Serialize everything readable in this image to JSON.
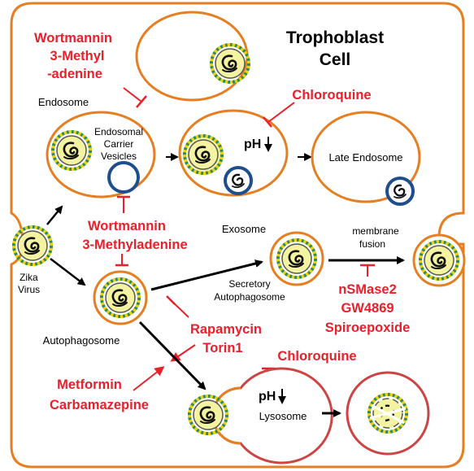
{
  "cell_title_line1": "Trophoblast",
  "cell_title_line2": "Cell",
  "labels": {
    "endosome": "Endosome",
    "ecv_line1": "Endosomal",
    "ecv_line2": "Carrier",
    "ecv_line3": "Vesicles",
    "late_endosome": "Late Endosome",
    "zika_line1": "Zika",
    "zika_line2": "Virus",
    "exosome": "Exosome",
    "membrane_fusion_line1": "membrane",
    "membrane_fusion_line2": "fusion",
    "secretory_line1": "Secretory",
    "secretory_line2": "Autophagosome",
    "autophagosome": "Autophagosome",
    "lysosome": "Lysosome",
    "ph_top": "pH",
    "ph_bottom": "pH"
  },
  "drugs": {
    "wortmannin_top_line1": "Wortmannin",
    "wortmannin_top_line2": "3-Methyl",
    "wortmannin_top_line3": "-adenine",
    "chloroquine_top": "Chloroquine",
    "wortmannin_mid_line1": "Wortmannin",
    "wortmannin_mid_line2": "3-Methyladenine",
    "nsmase_line1": "nSMase2",
    "nsmase_line2": "GW4869",
    "nsmase_line3": "Spiroepoxide",
    "rapamycin_line1": "Rapamycin",
    "rapamycin_line2": "Torin1",
    "metformin_line1": "Metformin",
    "metformin_line2": "Carbamazepine",
    "chloroquine_bottom": "Chloroquine"
  },
  "colors": {
    "membrane": "#e67e22",
    "drug": "#e8202a",
    "lysosome": "#cc4444",
    "vesicle": "#1f4e8c",
    "virus_fill": "#f4f3a2",
    "spike_green": "#2e8b57"
  }
}
